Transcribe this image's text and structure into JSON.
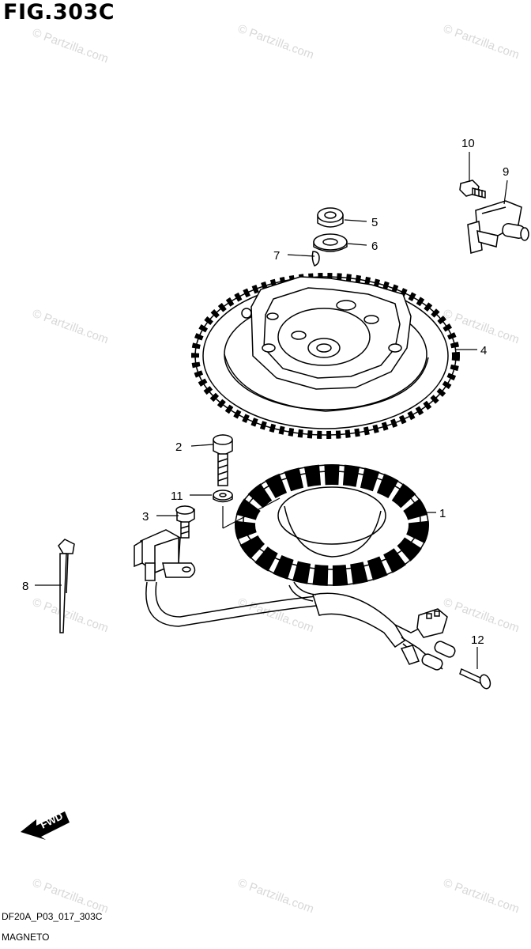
{
  "figure": {
    "title": "FIG.303C",
    "code": "DF20A_P03_017_303C",
    "caption": "MAGNETO"
  },
  "watermark": {
    "text": "© Partzilla.com"
  },
  "direction_badge": {
    "text": "FWD"
  },
  "callouts": [
    {
      "id": "1",
      "label": "1"
    },
    {
      "id": "2",
      "label": "2"
    },
    {
      "id": "3",
      "label": "3"
    },
    {
      "id": "4",
      "label": "4"
    },
    {
      "id": "5",
      "label": "5"
    },
    {
      "id": "6",
      "label": "6"
    },
    {
      "id": "7",
      "label": "7"
    },
    {
      "id": "8",
      "label": "8"
    },
    {
      "id": "9",
      "label": "9"
    },
    {
      "id": "10",
      "label": "10"
    },
    {
      "id": "11",
      "label": "11"
    },
    {
      "id": "12",
      "label": "12"
    }
  ]
}
